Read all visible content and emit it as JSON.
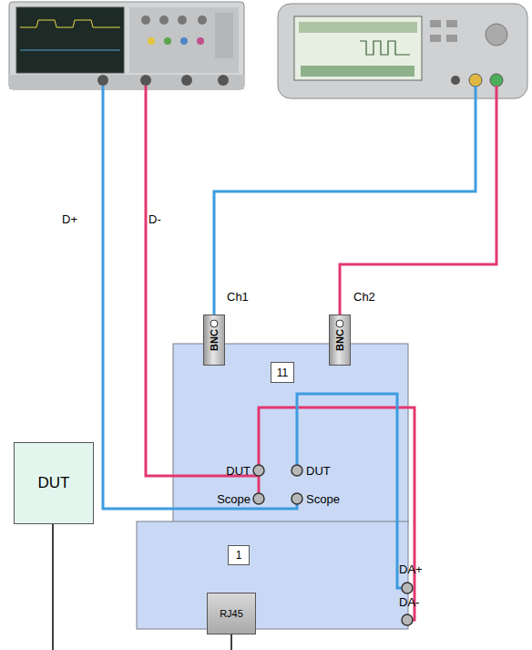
{
  "diagram": {
    "nodes": [
      {
        "text": [
          "BNC"
        ]
      },
      {
        "text": [
          "BNC"
        ]
      },
      {
        "text": [
          "11"
        ]
      },
      {
        "text": [
          "1"
        ]
      },
      {
        "text": [
          "RJ45"
        ]
      },
      {
        "text": [
          "DUT"
        ]
      }
    ],
    "labels": [
      "D+",
      "D-",
      "Ch1",
      "Ch2",
      "DUT",
      "DUT",
      "Scope",
      "Scope",
      "DA+",
      "DA-"
    ]
  }
}
